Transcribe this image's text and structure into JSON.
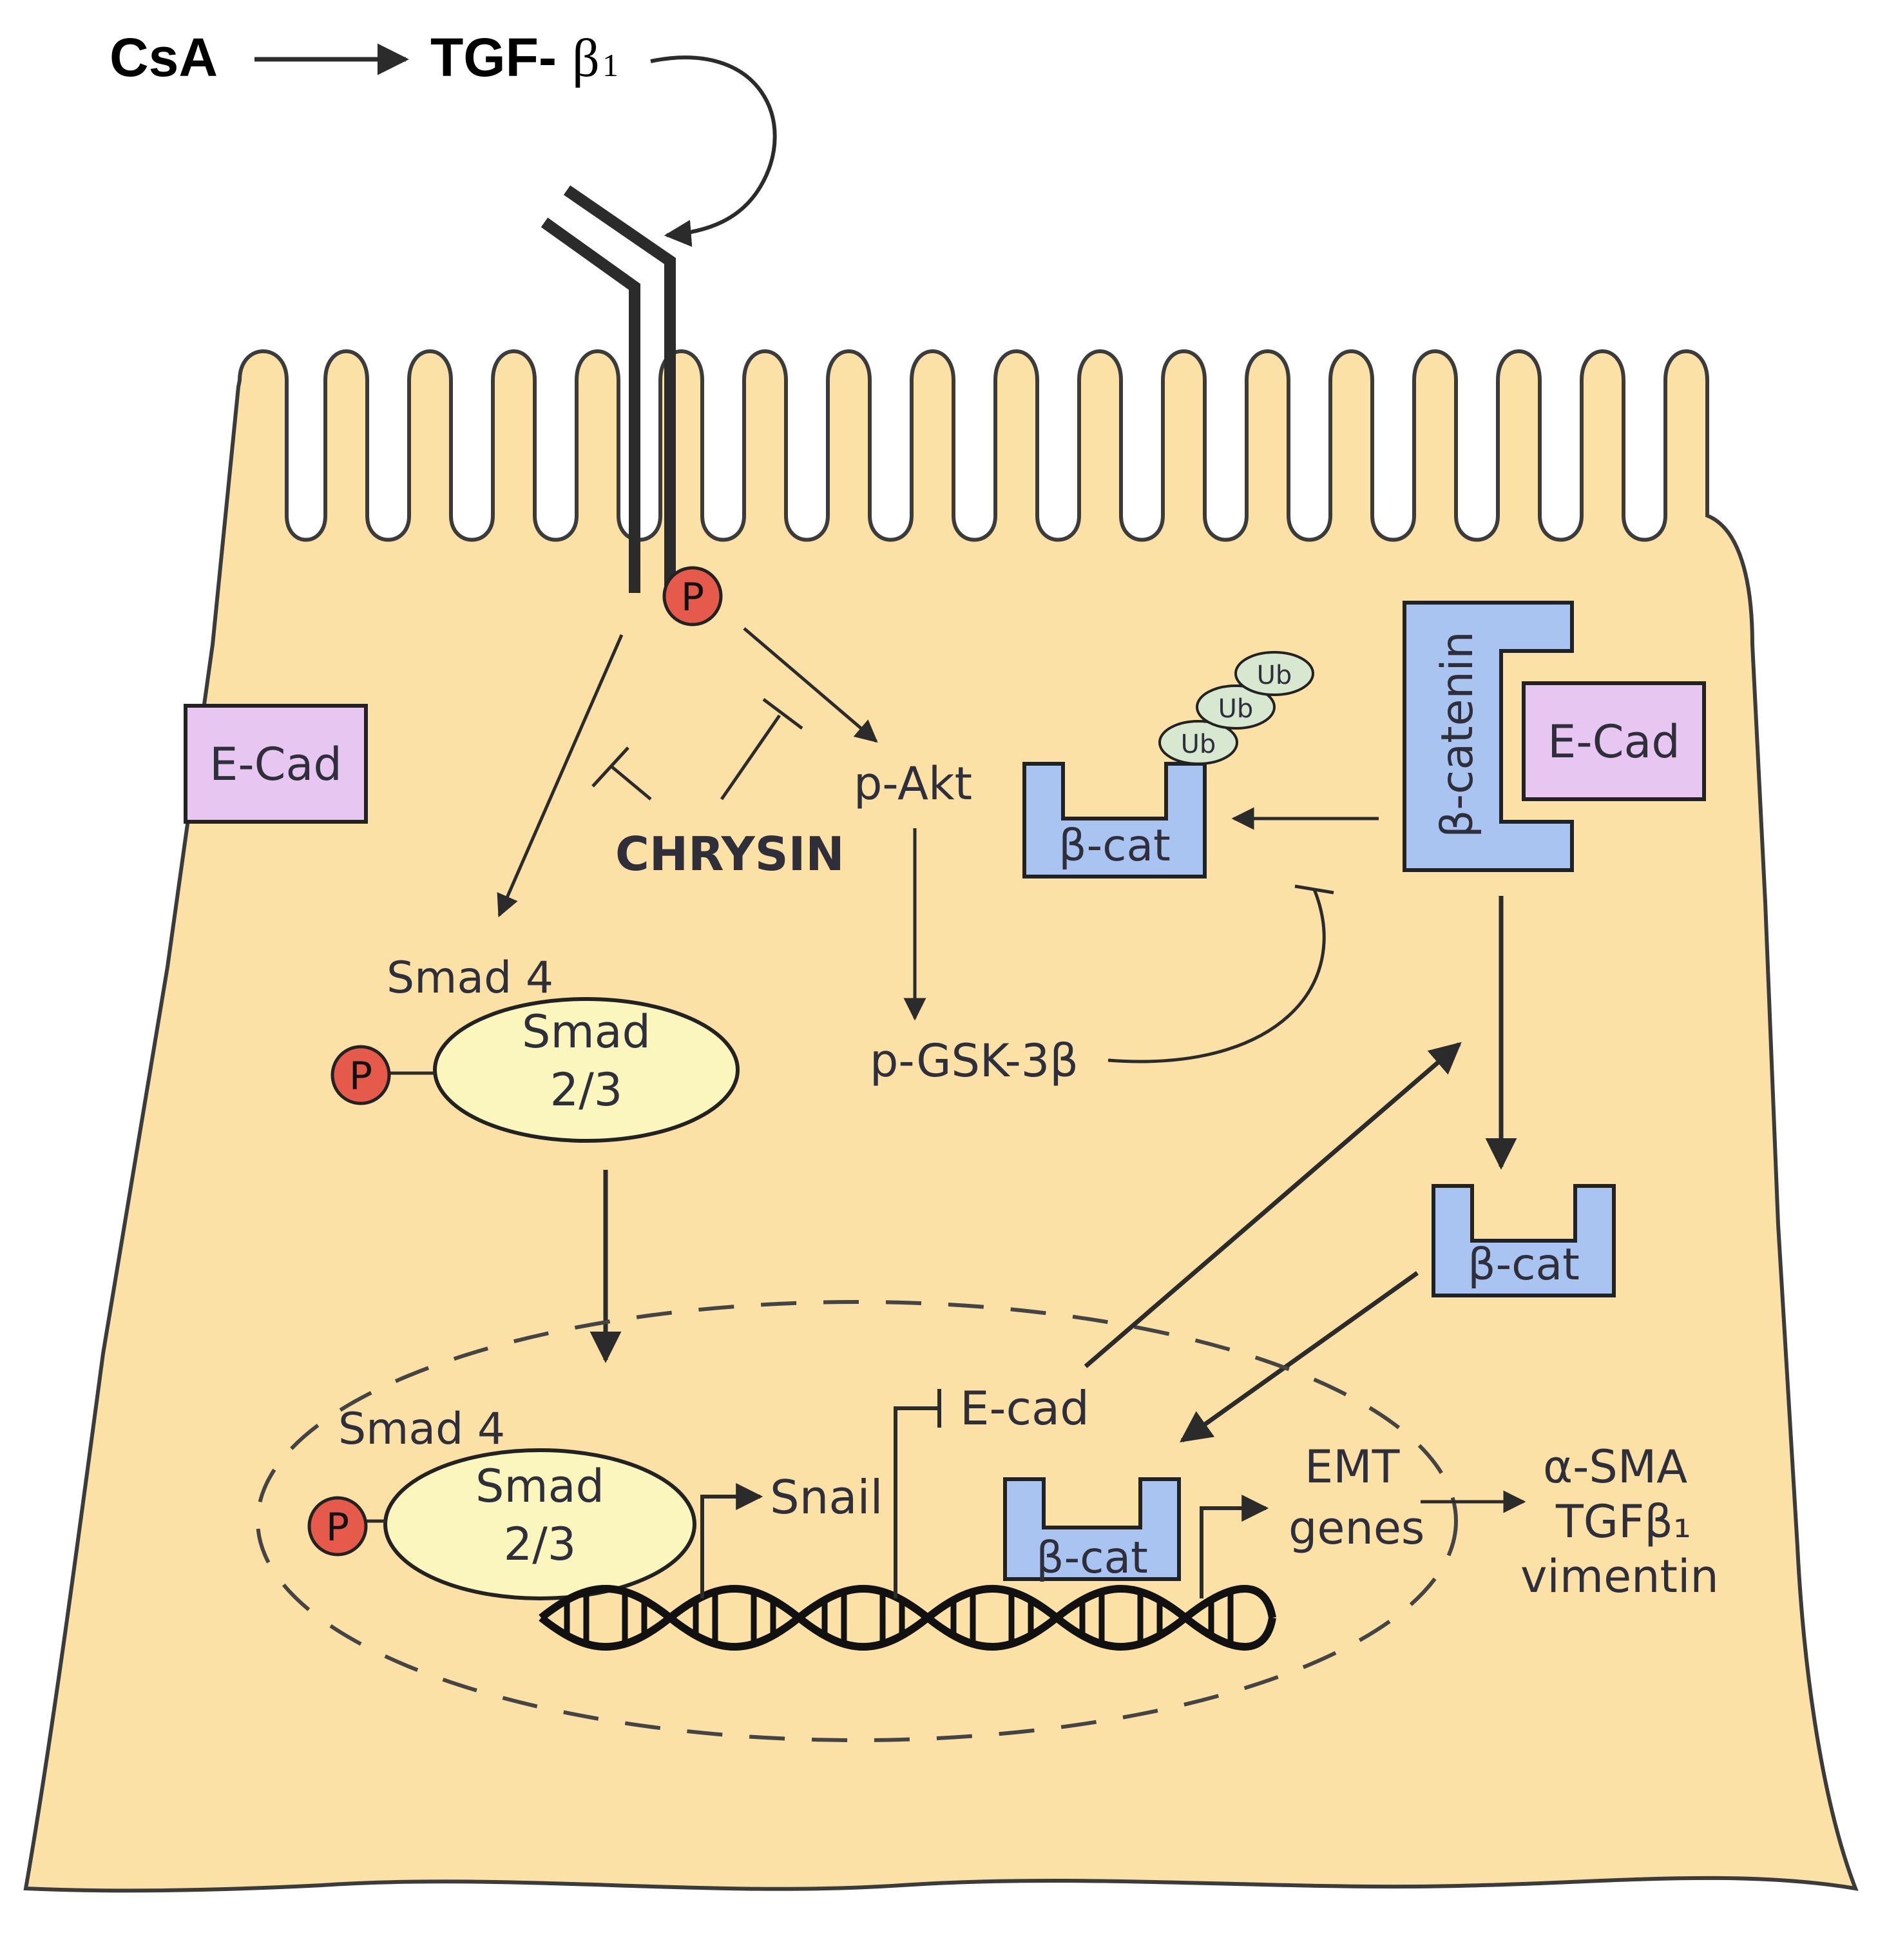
{
  "header": {
    "csa": "CsA",
    "tgf_prefix": "TGF-",
    "beta1": "β",
    "sub1": "1"
  },
  "labels": {
    "phospho": "P",
    "ecad_protein_left": "E-Cad",
    "ecad_protein_right": "E-Cad",
    "chrysin": "CHRYSIN",
    "p_akt": "p-Akt",
    "p_gsk": "p-GSK-3β",
    "beta_cat": "β-cat",
    "beta_catenin": "β-catenin",
    "ub": "Ub",
    "smad4": "Smad 4",
    "smad": "Smad",
    "smad23": "2/3",
    "snail": "Snail",
    "ecad_gene": "E-cad",
    "emt": "EMT",
    "genes": "genes",
    "asma": "α-SMA",
    "tgfb1": "TGFβ₁",
    "vimentin": "vimentin"
  },
  "colors": {
    "cell": "#fbe1a6",
    "ecad_box": "#e8c6f2",
    "beta_cat_box": "#a9c4f0",
    "smad_oval": "#fbf6bd",
    "phospho": "#e55a4a",
    "ub": "#d8e8d0"
  }
}
